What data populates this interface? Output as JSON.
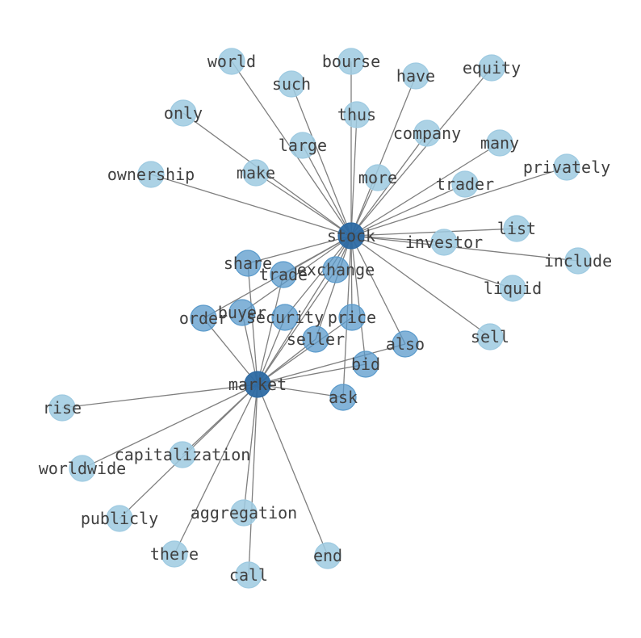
{
  "graph": {
    "colors": {
      "hub": "#2d6aa3",
      "strong": "#5a9acb",
      "weak": "#9ecae1",
      "edge": "#7f7f7f",
      "label": "#404040"
    },
    "nodes": [
      {
        "id": "stock",
        "label": "stock",
        "tier": "hub"
      },
      {
        "id": "market",
        "label": "market",
        "tier": "hub"
      },
      {
        "id": "exchange",
        "label": "exchange",
        "tier": "strong"
      },
      {
        "id": "share",
        "label": "share",
        "tier": "strong"
      },
      {
        "id": "trade",
        "label": "trade",
        "tier": "strong"
      },
      {
        "id": "buyer",
        "label": "buyer",
        "tier": "strong"
      },
      {
        "id": "order",
        "label": "order",
        "tier": "strong"
      },
      {
        "id": "security",
        "label": "security",
        "tier": "strong"
      },
      {
        "id": "price",
        "label": "price",
        "tier": "strong"
      },
      {
        "id": "seller",
        "label": "seller",
        "tier": "strong"
      },
      {
        "id": "also",
        "label": "also",
        "tier": "strong"
      },
      {
        "id": "bid",
        "label": "bid",
        "tier": "strong"
      },
      {
        "id": "ask",
        "label": "ask",
        "tier": "strong"
      },
      {
        "id": "world",
        "label": "world",
        "tier": "weak"
      },
      {
        "id": "bourse",
        "label": "bourse",
        "tier": "weak"
      },
      {
        "id": "equity",
        "label": "equity",
        "tier": "weak"
      },
      {
        "id": "such",
        "label": "such",
        "tier": "weak"
      },
      {
        "id": "have",
        "label": "have",
        "tier": "weak"
      },
      {
        "id": "only",
        "label": "only",
        "tier": "weak"
      },
      {
        "id": "thus",
        "label": "thus",
        "tier": "weak"
      },
      {
        "id": "company",
        "label": "company",
        "tier": "weak"
      },
      {
        "id": "large",
        "label": "large",
        "tier": "weak"
      },
      {
        "id": "many",
        "label": "many",
        "tier": "weak"
      },
      {
        "id": "ownership",
        "label": "ownership",
        "tier": "weak"
      },
      {
        "id": "make",
        "label": "make",
        "tier": "weak"
      },
      {
        "id": "more",
        "label": "more",
        "tier": "weak"
      },
      {
        "id": "privately",
        "label": "privately",
        "tier": "weak"
      },
      {
        "id": "trader",
        "label": "trader",
        "tier": "weak"
      },
      {
        "id": "list",
        "label": "list",
        "tier": "weak"
      },
      {
        "id": "investor",
        "label": "investor",
        "tier": "weak"
      },
      {
        "id": "include",
        "label": "include",
        "tier": "weak"
      },
      {
        "id": "liquid",
        "label": "liquid",
        "tier": "weak"
      },
      {
        "id": "sell",
        "label": "sell",
        "tier": "weak"
      },
      {
        "id": "rise",
        "label": "rise",
        "tier": "weak"
      },
      {
        "id": "capitalization",
        "label": "capitalization",
        "tier": "weak"
      },
      {
        "id": "worldwide",
        "label": "worldwide",
        "tier": "weak"
      },
      {
        "id": "publicly",
        "label": "publicly",
        "tier": "weak"
      },
      {
        "id": "aggregation",
        "label": "aggregation",
        "tier": "weak"
      },
      {
        "id": "there",
        "label": "there",
        "tier": "weak"
      },
      {
        "id": "end",
        "label": "end",
        "tier": "weak"
      },
      {
        "id": "call",
        "label": "call",
        "tier": "weak"
      }
    ],
    "edges": [
      [
        "stock",
        "world"
      ],
      [
        "stock",
        "bourse"
      ],
      [
        "stock",
        "equity"
      ],
      [
        "stock",
        "such"
      ],
      [
        "stock",
        "have"
      ],
      [
        "stock",
        "only"
      ],
      [
        "stock",
        "thus"
      ],
      [
        "stock",
        "company"
      ],
      [
        "stock",
        "large"
      ],
      [
        "stock",
        "many"
      ],
      [
        "stock",
        "ownership"
      ],
      [
        "stock",
        "make"
      ],
      [
        "stock",
        "more"
      ],
      [
        "stock",
        "privately"
      ],
      [
        "stock",
        "trader"
      ],
      [
        "stock",
        "list"
      ],
      [
        "stock",
        "investor"
      ],
      [
        "stock",
        "include"
      ],
      [
        "stock",
        "liquid"
      ],
      [
        "stock",
        "sell"
      ],
      [
        "stock",
        "also"
      ],
      [
        "stock",
        "exchange"
      ],
      [
        "stock",
        "share"
      ],
      [
        "stock",
        "trade"
      ],
      [
        "stock",
        "buyer"
      ],
      [
        "stock",
        "security"
      ],
      [
        "stock",
        "price"
      ],
      [
        "stock",
        "seller"
      ],
      [
        "stock",
        "bid"
      ],
      [
        "stock",
        "ask"
      ],
      [
        "stock",
        "order"
      ],
      [
        "stock",
        "market"
      ],
      [
        "market",
        "exchange"
      ],
      [
        "market",
        "share"
      ],
      [
        "market",
        "trade"
      ],
      [
        "market",
        "buyer"
      ],
      [
        "market",
        "order"
      ],
      [
        "market",
        "security"
      ],
      [
        "market",
        "price"
      ],
      [
        "market",
        "seller"
      ],
      [
        "market",
        "also"
      ],
      [
        "market",
        "bid"
      ],
      [
        "market",
        "ask"
      ],
      [
        "market",
        "rise"
      ],
      [
        "market",
        "capitalization"
      ],
      [
        "market",
        "worldwide"
      ],
      [
        "market",
        "publicly"
      ],
      [
        "market",
        "aggregation"
      ],
      [
        "market",
        "there"
      ],
      [
        "market",
        "end"
      ],
      [
        "market",
        "call"
      ]
    ]
  }
}
